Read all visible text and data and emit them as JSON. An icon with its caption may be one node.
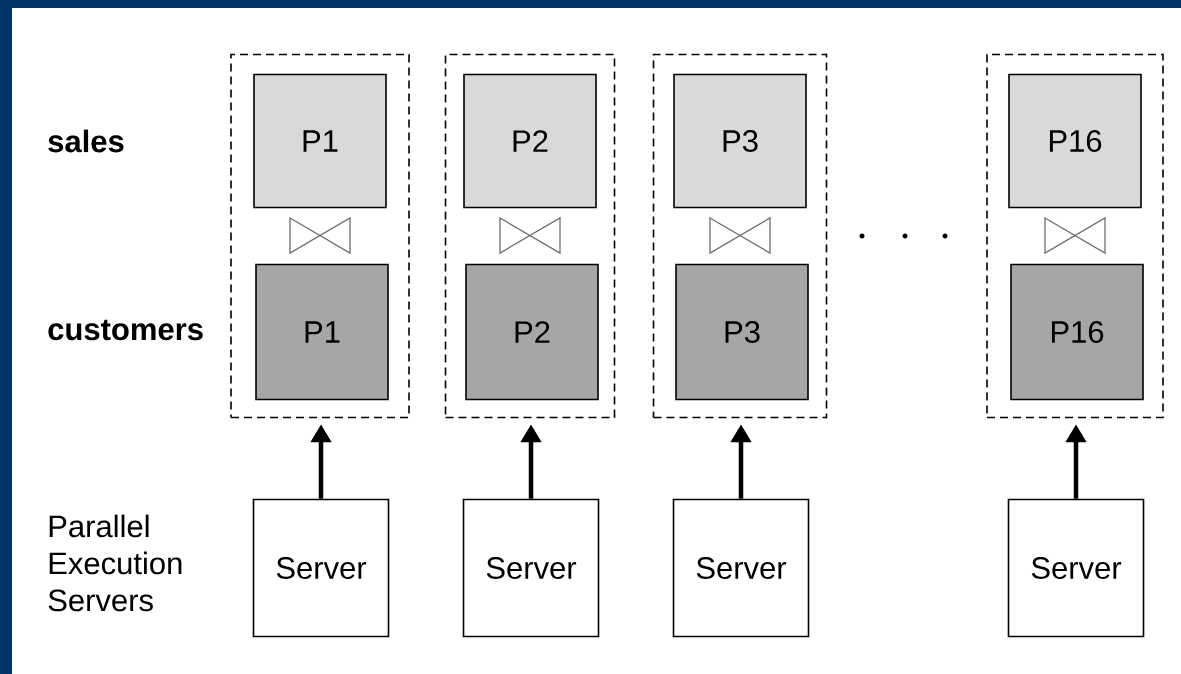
{
  "diagram": {
    "nodes": [
      {
        "text": [],
        "shape": "box"
      },
      {
        "text": [
          "P1"
        ],
        "in": 0
      },
      {
        "text": [
          "P1"
        ],
        "in": 0
      },
      {
        "text": [],
        "shape": "box"
      },
      {
        "text": [
          "P2"
        ],
        "in": 3
      },
      {
        "text": [
          "P2"
        ],
        "in": 3
      },
      {
        "text": [],
        "shape": "box"
      },
      {
        "text": [
          "P3"
        ],
        "in": 6
      },
      {
        "text": [
          "P3"
        ],
        "in": 6
      },
      {
        "text": [],
        "shape": "box"
      },
      {
        "text": [
          "P16"
        ],
        "in": 9
      },
      {
        "text": [
          "P16"
        ],
        "in": 9
      },
      {
        "text": [
          "Server"
        ]
      },
      {
        "text": [
          "Server"
        ]
      },
      {
        "text": [
          "Server"
        ]
      },
      {
        "text": [
          "Server"
        ]
      }
    ],
    "edges": [
      {
        "from": 12,
        "to": 0,
        "arrow": "to"
      },
      {
        "from": 13,
        "to": 3,
        "arrow": "to"
      },
      {
        "from": 14,
        "to": 6,
        "arrow": "to"
      },
      {
        "from": 15,
        "to": 9,
        "arrow": "to"
      }
    ],
    "labels": [
      "sales",
      "customers",
      "Parallel Execution Servers"
    ]
  }
}
